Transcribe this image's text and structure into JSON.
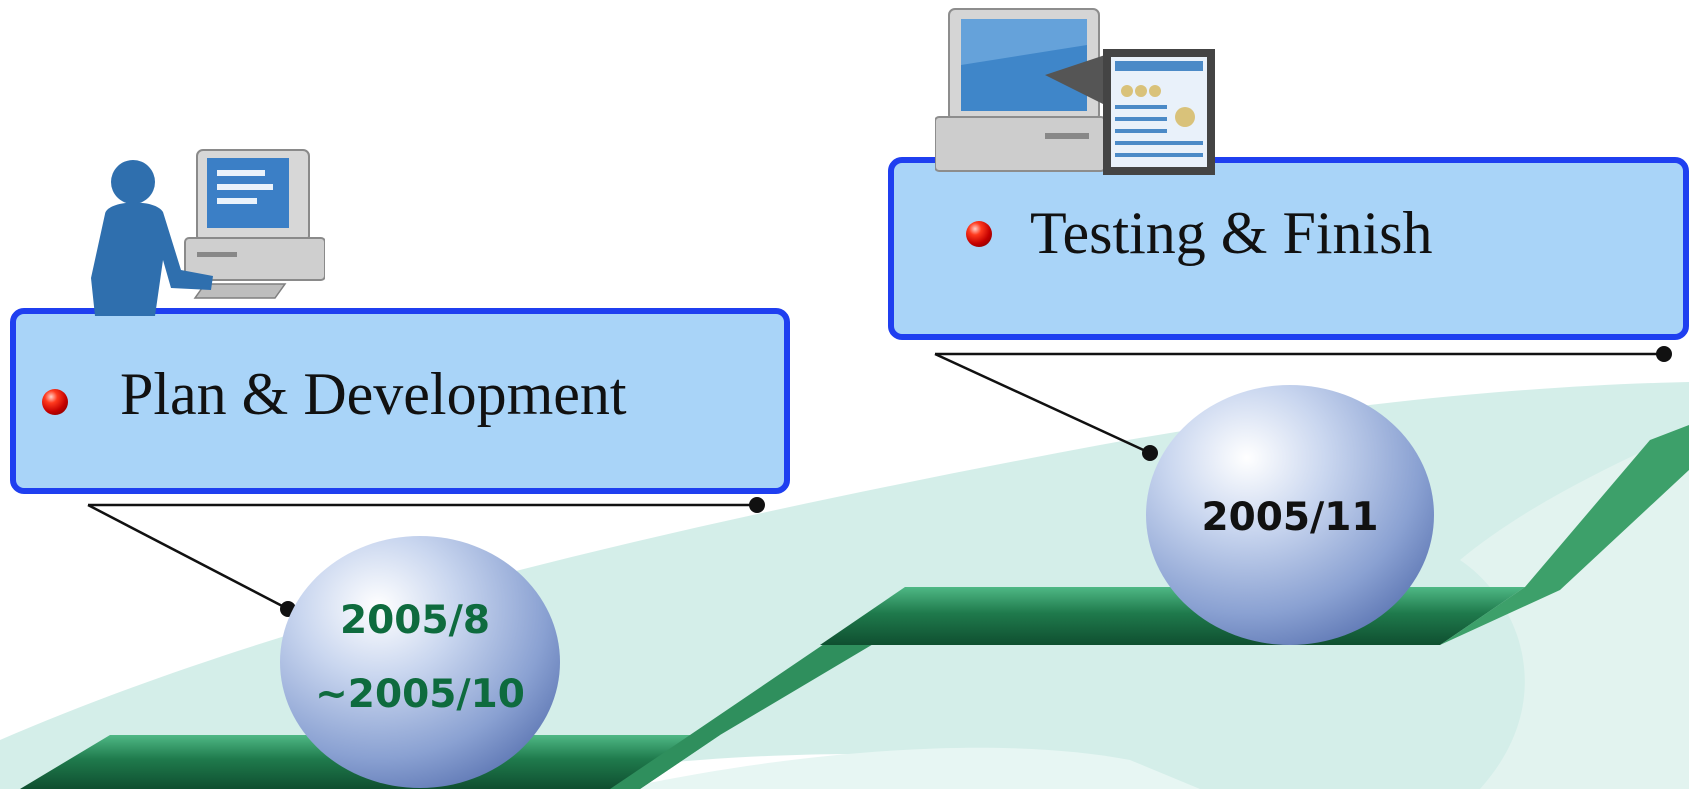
{
  "milestones": [
    {
      "label": "Plan & Development",
      "date_line1": "2005/8",
      "date_line2": "~2005/10",
      "date_color": "#0e6b3e"
    },
    {
      "label": "Testing & Finish",
      "date_line1": "2005/11",
      "date_color": "#111111"
    }
  ],
  "colors": {
    "box_fill": "#a9d4f8",
    "box_border": "#1f3ff0",
    "ribbon": "#2e8b57",
    "swoosh": "#b8e2dc"
  },
  "icons": [
    "person-at-computer-icon",
    "desktop-computer-screenshot-icon",
    "red-bullet-icon"
  ]
}
